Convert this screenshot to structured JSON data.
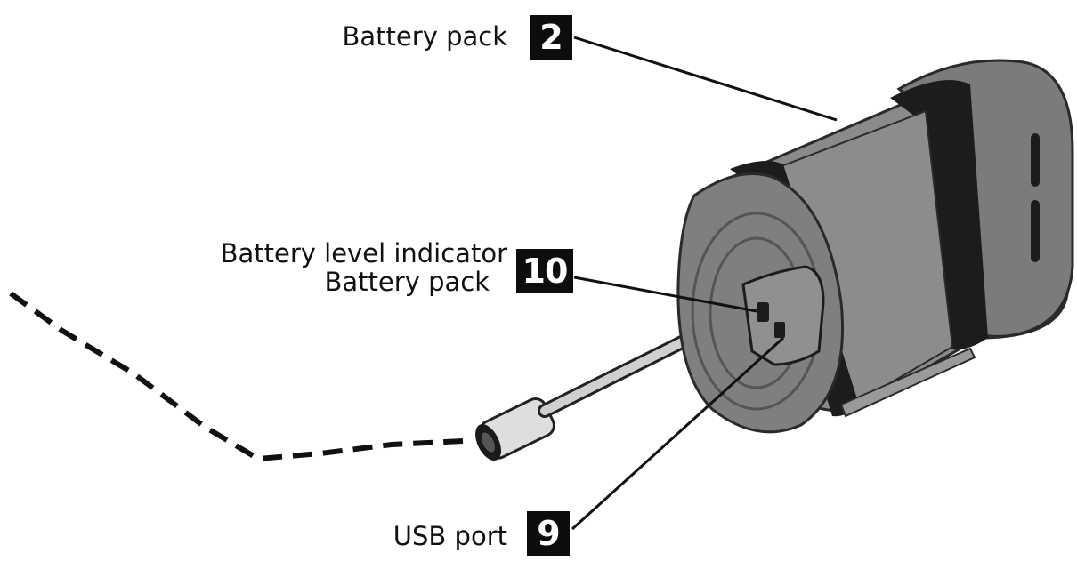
{
  "callouts": [
    {
      "number": "2",
      "label": "Battery pack"
    },
    {
      "number": "10",
      "label_line1": "Battery level indicator",
      "label_line2": "Battery pack"
    },
    {
      "number": "9",
      "label": "USB port"
    }
  ],
  "colors": {
    "body": "#8a8a8a",
    "band": "#1c1c1c",
    "callout_bg": "#0d0d0d",
    "line": "#111111"
  }
}
